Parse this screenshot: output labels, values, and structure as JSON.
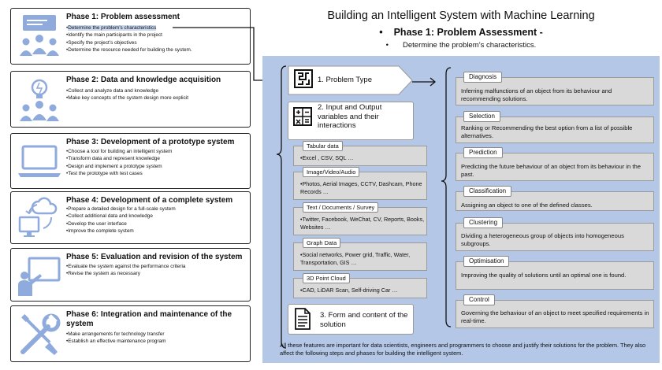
{
  "phases": [
    {
      "title": "Phase 1: Problem assessment",
      "icon": "presentation-team-icon",
      "bullets": [
        "Determine the problem’s characteristics",
        "Identify the main participants in the project",
        "Specify the project’s objectives",
        "Determine the resource needed for building the system."
      ]
    },
    {
      "title": "Phase 2: Data and knowledge acquisition",
      "icon": "lightbulb-team-icon",
      "bullets": [
        "Collect and analyze data and knowledge",
        "Make key concepts of the system design more explicit"
      ]
    },
    {
      "title": "Phase 3: Development of a prototype system",
      "icon": "laptop-icon",
      "bullets": [
        "Choose a tool for building an intelligent system",
        "Transform data and represent knowledge",
        "Design and implement a prototype system",
        "Test the prototype with test cases"
      ]
    },
    {
      "title": "Phase 4: Development of a complete system",
      "icon": "cloud-sync-icon",
      "bullets": [
        "Prepare a detailed design for a full-scale system",
        "Collect additional data and knowledge",
        "Develop the user interface",
        "Improve the complete system"
      ]
    },
    {
      "title": "Phase 5: Evaluation and revision of the system",
      "icon": "whiteboard-presenter-icon",
      "bullets": [
        "Evaluate the system against the performance criteria",
        "Revise the system as necessary"
      ]
    },
    {
      "title": "Phase 6: Integration and maintenance of the system",
      "icon": "wrench-screwdriver-icon",
      "bullets": [
        "Make arrangements for technology transfer",
        "Establish an effective maintenance program"
      ]
    }
  ],
  "header": {
    "title": "Building an Intelligent System with Machine Learning",
    "bullet1": "Phase 1: Problem Assessment -",
    "bullet2": "Determine the problem’s characteristics."
  },
  "middle": {
    "problem_type": "1. Problem Type",
    "io_title": "2. Input and Output variables and their interactions",
    "form_title": "3. Form and content of the solution",
    "data_types": [
      {
        "label": "Tabular data",
        "text": "•Excel , CSV, SQL …"
      },
      {
        "label": "Image/Video/Audio",
        "text": "•Photos, Aerial Images, CCTV, Dashcam, Phone Records …"
      },
      {
        "label": "Text / Documents / Survey",
        "text": "•Twitter, Facebook, WeChat, CV, Reports, Books, Websites …"
      },
      {
        "label": "Graph Data",
        "text": "•Social networks, Power grid, Traffic, Water, Transportation, GIS …"
      },
      {
        "label": "3D Point Cloud",
        "text": "•CAD, LiDAR Scan, Self-driving Car …"
      }
    ]
  },
  "problem_types": [
    {
      "label": "Diagnosis",
      "text": "Inferring malfunctions of an object from its behaviour and recommending  solutions."
    },
    {
      "label": "Selection",
      "text": "Ranking or Recommending the best option from a list of possible alternatives."
    },
    {
      "label": "Prediction",
      "text": "Predicting the future behaviour of an object from its behaviour in the past."
    },
    {
      "label": "Classification",
      "text": "Assigning an object to one of the defined classes."
    },
    {
      "label": "Clustering",
      "text": "Dividing a heterogeneous group of objects into homogeneous subgroups."
    },
    {
      "label": "Optimisation",
      "text": "Improving the quality of solutions until an optimal one is found."
    },
    {
      "label": "Control",
      "text": "Governing the behaviour of an object to meet specified requirements in real-time."
    }
  ],
  "footer": "All these features are important for data scientists, engineers and programmers to choose and justify their solutions for the problem. They also affect the following steps and phases for building the intelligent system.",
  "colors": {
    "panel": "#b4c7e7",
    "icon_blue": "#8faadc",
    "gray_box": "#d9d9d9",
    "highlight": "#c9d7ef"
  }
}
